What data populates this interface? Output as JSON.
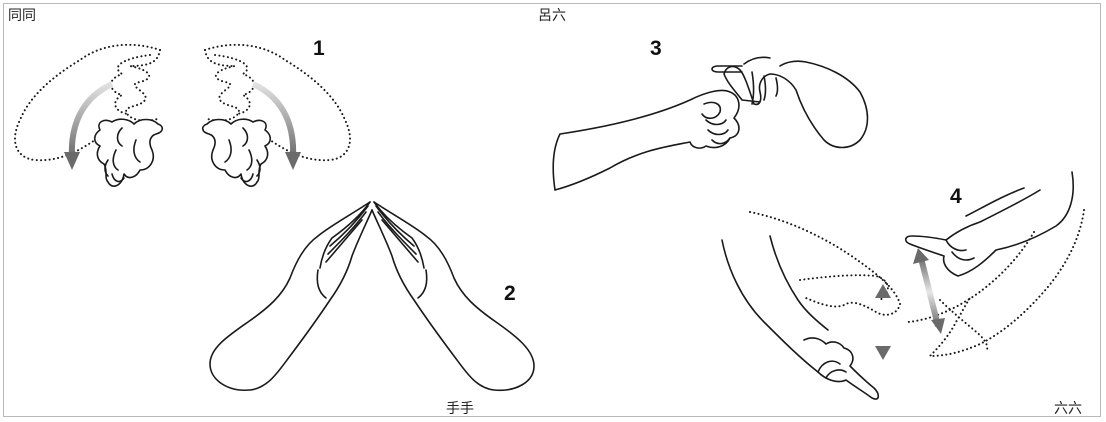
{
  "labels": {
    "top_left": "同同",
    "top_center": "呂六",
    "bottom_center": "手手",
    "bottom_right": "六六"
  },
  "steps": [
    "1",
    "2",
    "3",
    "4"
  ],
  "colors": {
    "ink": "#1a1a1a",
    "arrow_light": "#dcdcdc",
    "arrow_dark": "#707070",
    "frame": "#b9b9b9"
  }
}
